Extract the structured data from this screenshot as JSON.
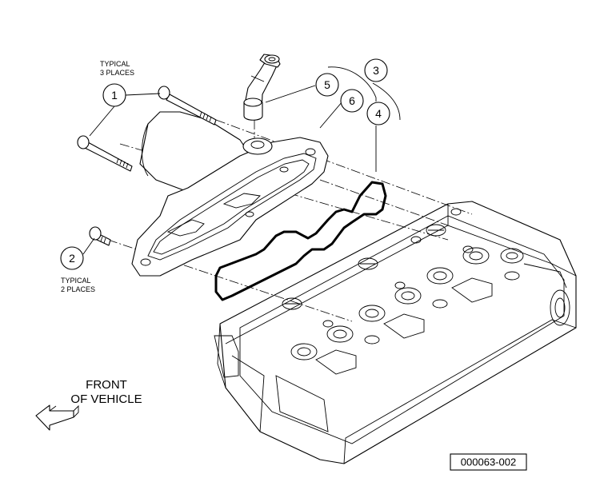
{
  "callouts": {
    "c1": "1",
    "c2": "2",
    "c3": "3",
    "c4": "4",
    "c5": "5",
    "c6": "6"
  },
  "notes": {
    "typical_3_line1": "TYPICAL",
    "typical_3_line2": "3 PLACES",
    "typical_2_line1": "TYPICAL",
    "typical_2_line2": "2 PLACES"
  },
  "front_label": {
    "line1": "FRONT",
    "line2": "OF VEHICLE"
  },
  "reference_number": "000063-002"
}
